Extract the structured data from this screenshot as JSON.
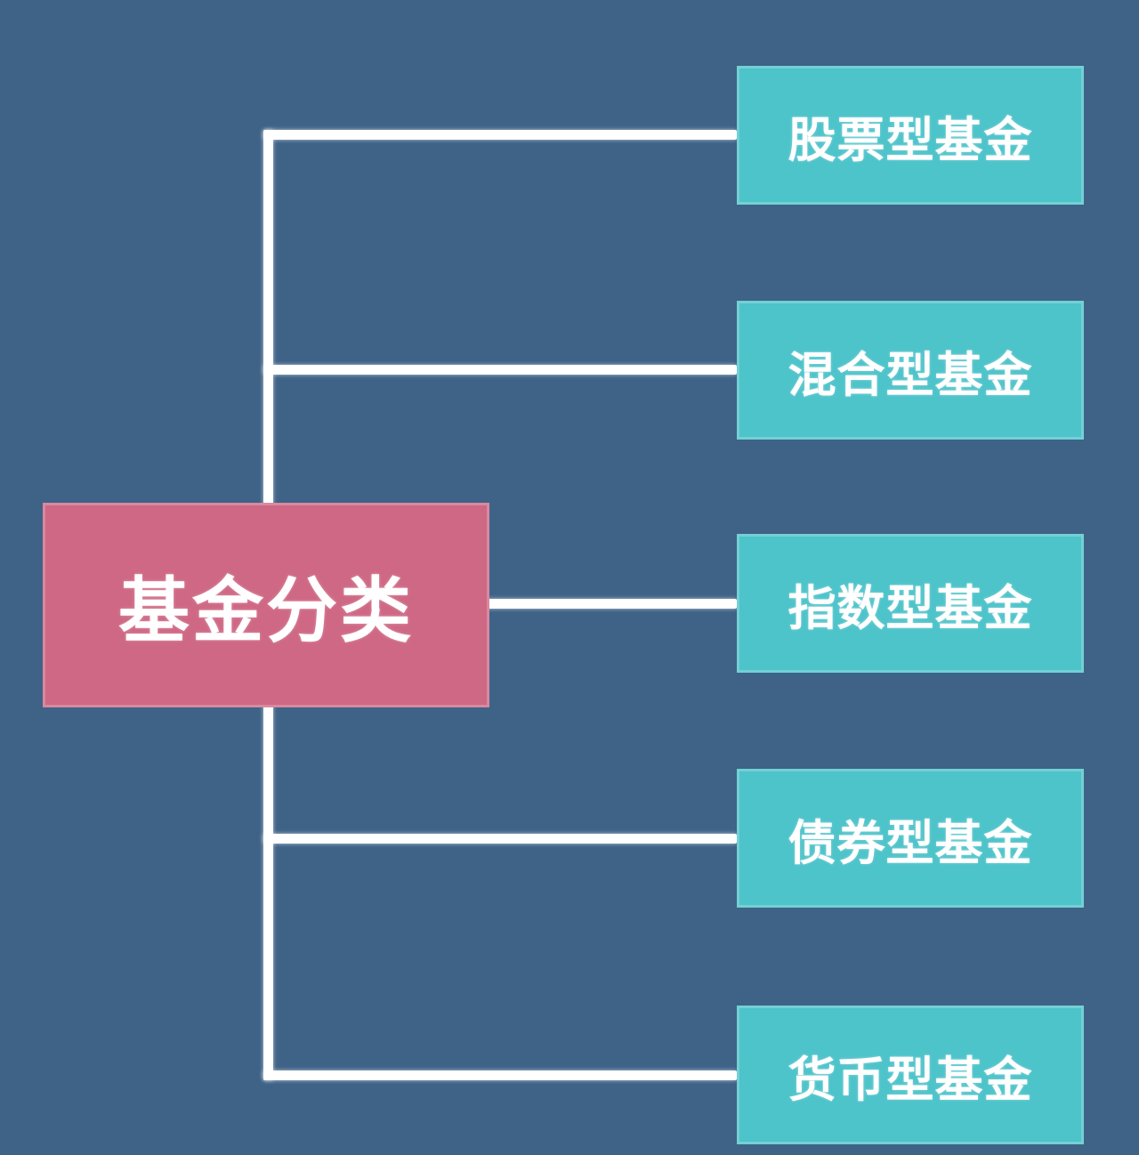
{
  "diagram": {
    "type": "tree",
    "root": {
      "label": "基金分类"
    },
    "children": [
      {
        "label": "股票型基金"
      },
      {
        "label": "混合型基金"
      },
      {
        "label": "指数型基金"
      },
      {
        "label": "债券型基金"
      },
      {
        "label": "货币型基金"
      }
    ]
  },
  "colors": {
    "background": "#3e6387",
    "root-fill": "#cf6884",
    "child-fill": "#4dc3ca",
    "connector": "#ffffff",
    "text": "#ffffff"
  }
}
